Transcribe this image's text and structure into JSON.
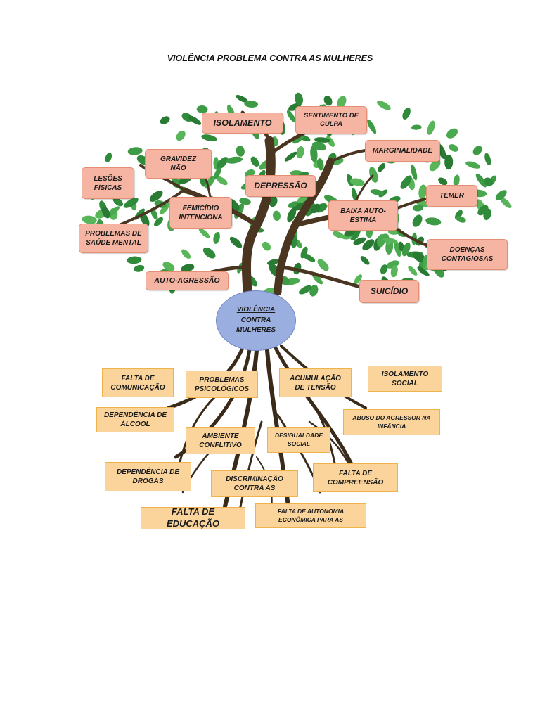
{
  "title": "VIOLÊNCIA PROBLEMA CONTRA AS MULHERES",
  "center": "VIOLÊNCIA\nCONTRA\nMULHERES",
  "consequences": [
    "ISOLAMENTO",
    "SENTIMENTO DE\nCULPA",
    "MARGINALIDADE",
    "GRAVIDEZ\nNÃO",
    "LESÕES\nFÍSICAS",
    "DEPRESSÃO",
    "TEMER",
    "FEMICÍDIO\nINTENCIONA",
    "BAIXA AUTO-\nESTIMA",
    "PROBLEMAS DE\nSAÚDE MENTAL",
    "DOENÇAS\nCONTAGIOSAS",
    "AUTO-AGRESSÃO",
    "SUICÍDIO"
  ],
  "causes": [
    "FALTA DE\nCOMUNICAÇÃO",
    "PROBLEMAS\nPSICOLÓGICOS",
    "ACUMULAÇÃO\nDE TENSÃO",
    "ISOLAMENTO\nSOCIAL",
    "DEPENDÊNCIA DE\nÁLCOOL",
    "ABUSO DO AGRESSOR NA\nINFÂNCIA",
    "AMBIENTE\nCONFLITIVO",
    "DESIGUALDADE\nSOCIAL",
    "DEPENDÊNCIA DE\nDROGAS",
    "DISCRIMINAÇÃO\nCONTRA AS",
    "FALTA DE\nCOMPREENSÃO",
    "FALTA DE EDUCAÇÃO",
    "FALTA DE AUTONOMIA\nECONÔMICA PARA AS"
  ]
}
